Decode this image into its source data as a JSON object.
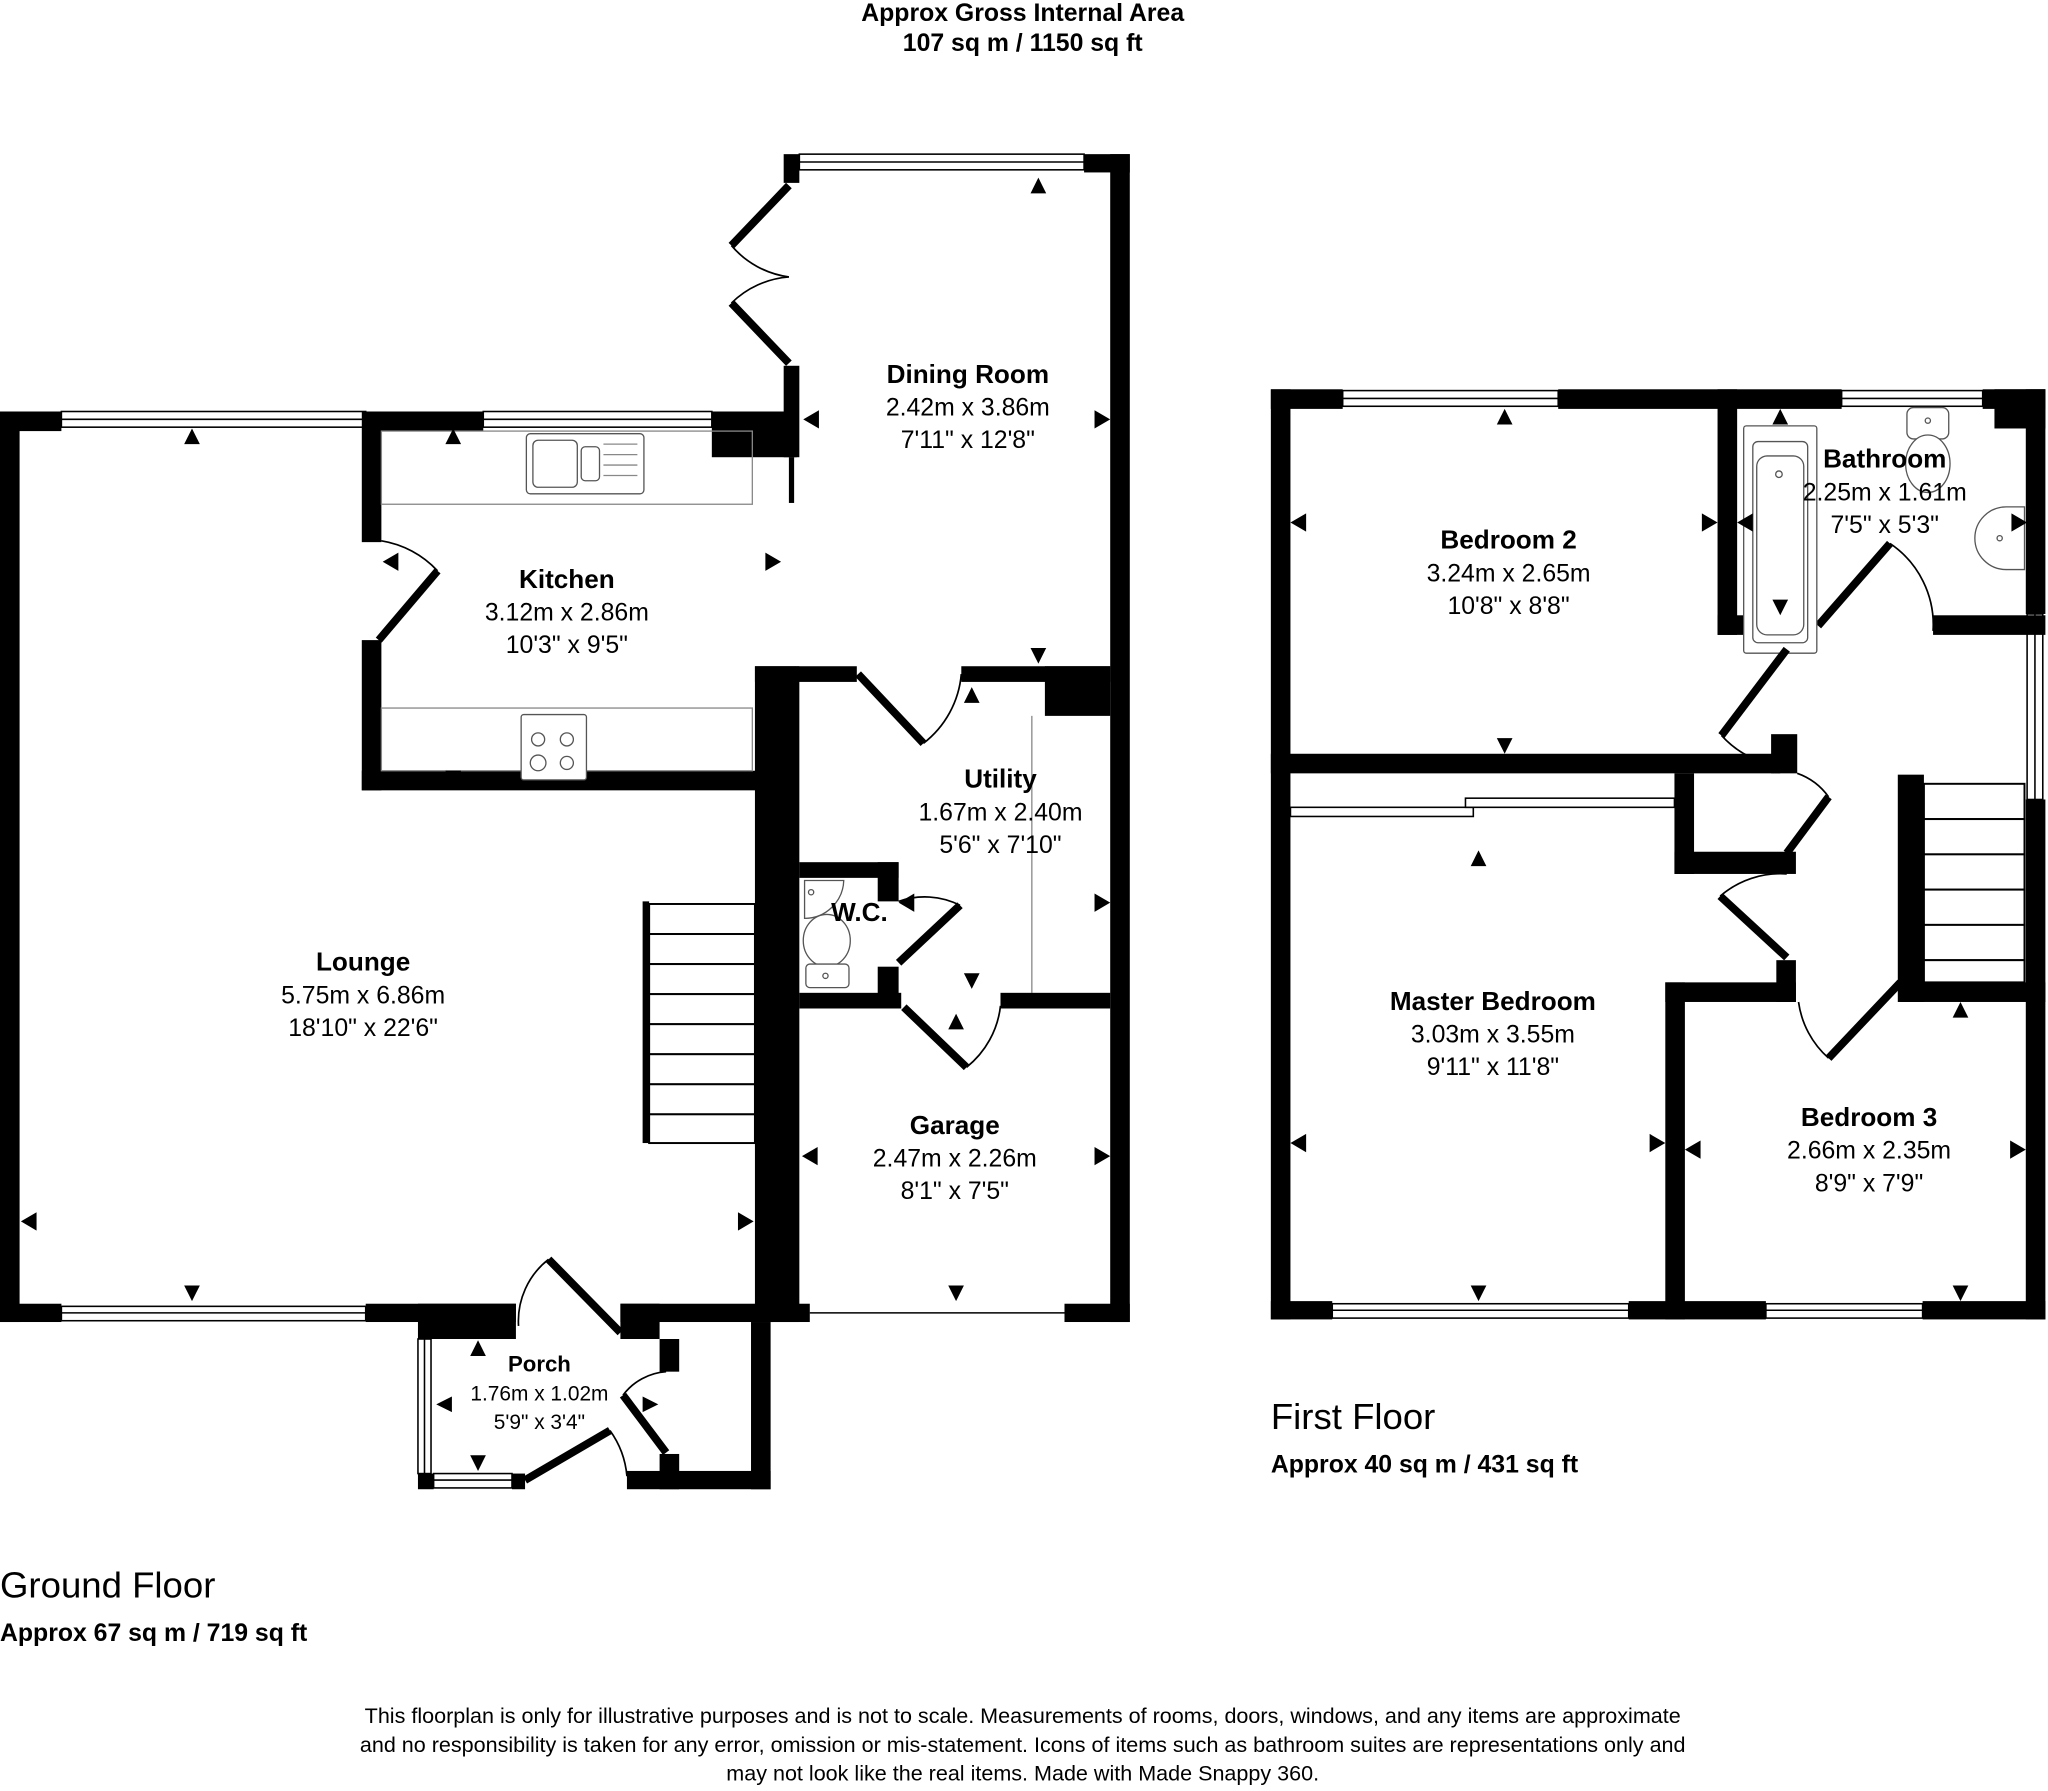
{
  "header": {
    "title": "Approx Gross Internal Area",
    "area": "107 sq m / 1150 sq ft"
  },
  "ground_floor": {
    "title": "Ground Floor",
    "area": "Approx 67 sq m / 719 sq ft",
    "rooms": {
      "dining_room": {
        "name": "Dining Room",
        "metric": "2.42m x 3.86m",
        "imperial": "7'11\" x 12'8\""
      },
      "kitchen": {
        "name": "Kitchen",
        "metric": "3.12m x 2.86m",
        "imperial": "10'3\" x 9'5\""
      },
      "utility": {
        "name": "Utility",
        "metric": "1.67m x 2.40m",
        "imperial": "5'6\" x 7'10\""
      },
      "wc": {
        "name": "W.C."
      },
      "lounge": {
        "name": "Lounge",
        "metric": "5.75m x 6.86m",
        "imperial": "18'10\" x 22'6\""
      },
      "garage": {
        "name": "Garage",
        "metric": "2.47m x 2.26m",
        "imperial": "8'1\" x 7'5\""
      },
      "porch": {
        "name": "Porch",
        "metric": "1.76m x 1.02m",
        "imperial": "5'9\" x 3'4\""
      }
    }
  },
  "first_floor": {
    "title": "First Floor",
    "area": "Approx 40 sq m / 431 sq ft",
    "rooms": {
      "bedroom_2": {
        "name": "Bedroom 2",
        "metric": "3.24m x 2.65m",
        "imperial": "10'8\" x 8'8\""
      },
      "bathroom": {
        "name": "Bathroom",
        "metric": "2.25m x 1.61m",
        "imperial": "7'5\" x 5'3\""
      },
      "master_bedroom": {
        "name": "Master Bedroom",
        "metric": "3.03m x 3.55m",
        "imperial": "9'11\" x 11'8\""
      },
      "bedroom_3": {
        "name": "Bedroom 3",
        "metric": "2.66m x 2.35m",
        "imperial": "8'9\" x 7'9\""
      }
    }
  },
  "disclaimer": {
    "line1": "This floorplan is only for illustrative purposes and is not to scale. Measurements of rooms, doors, windows, and any items are approximate",
    "line2": "and no responsibility is taken for any error, omission or mis-statement. Icons of items such as bathroom suites are representations only and",
    "line3": "may not look like the real items. Made with Made Snappy 360."
  }
}
